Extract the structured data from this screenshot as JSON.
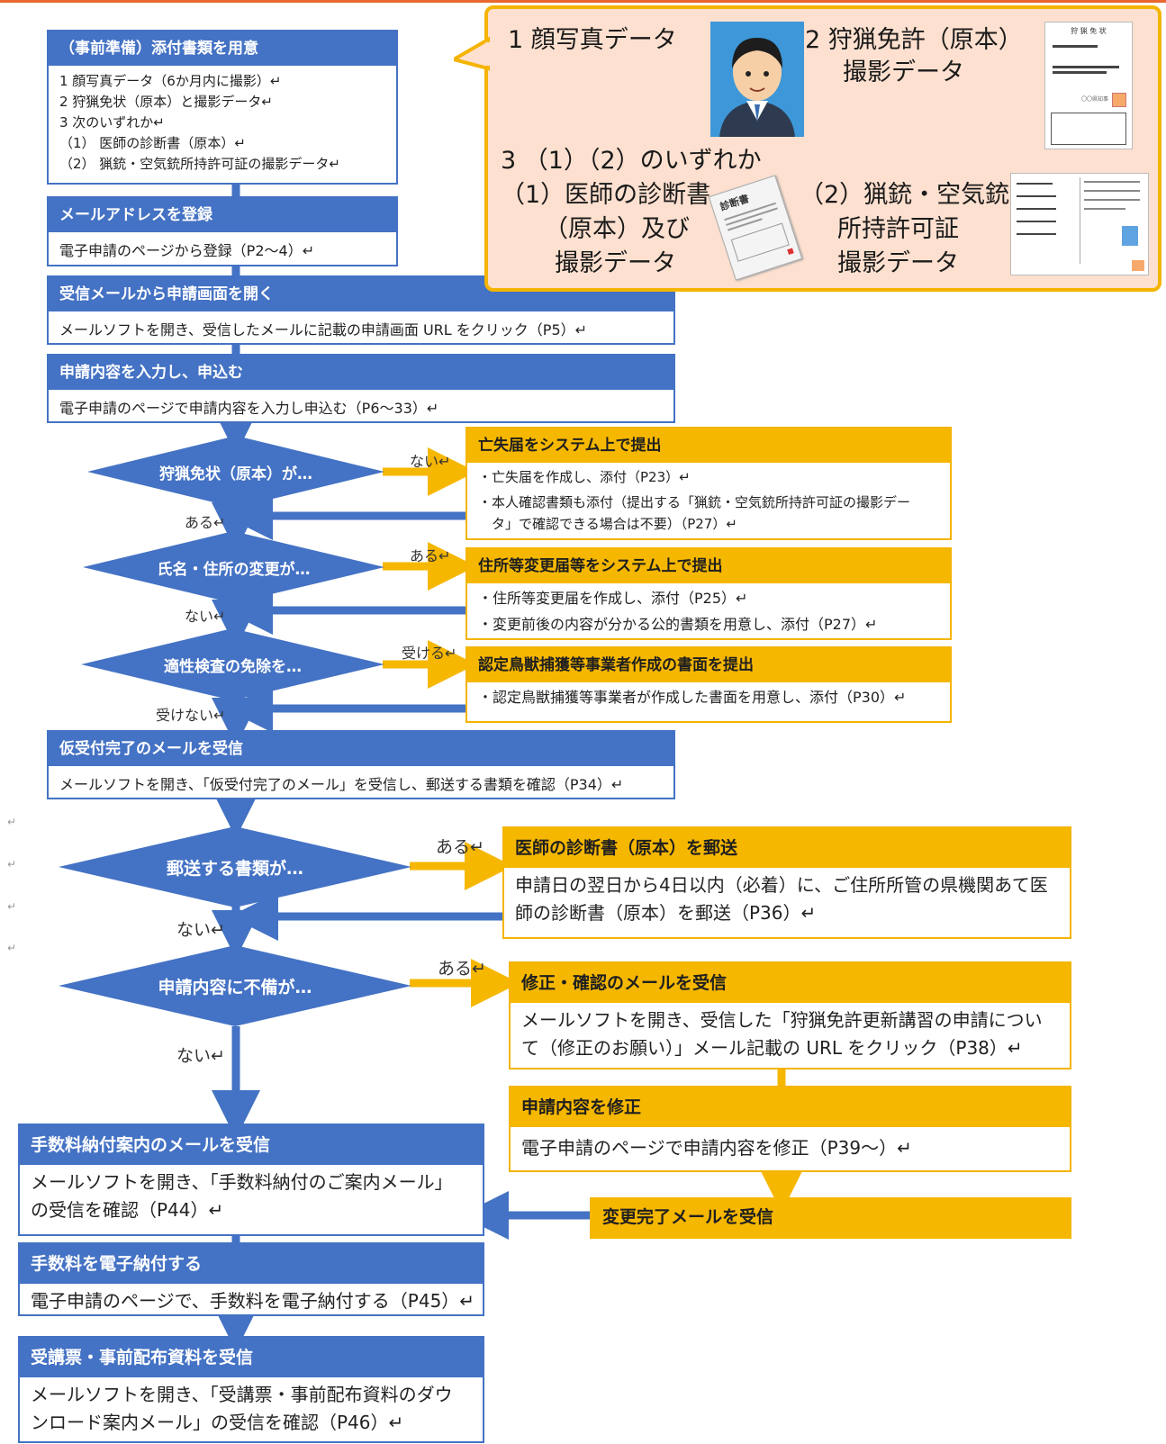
{
  "prep": {
    "title": "（事前準備）添付書類を用意",
    "lines": [
      "1 顔写真データ（6か月内に撮影）↵",
      "2 狩猟免状（原本）と撮影データ↵",
      "3 次のいずれか↵",
      "（1） 医師の診断書（原本）↵",
      "（2） 猟銃・空気銃所持許可証の撮影データ↵"
    ]
  },
  "register": {
    "title": "メールアドレスを登録",
    "body": "電子申請のページから登録（P2～4）↵"
  },
  "open_form": {
    "title": "受信メールから申請画面を開く",
    "body": "メールソフトを開き、受信したメールに記載の申請画面 URL をクリック（P5）↵"
  },
  "apply": {
    "title": "申請内容を入力し、申込む",
    "body": "電子申請のページで申請内容を入力し申込む（P6～33）↵"
  },
  "decisions": {
    "d1": {
      "text": "狩猟免状（原本）が…",
      "yes": "ない↵",
      "no": "ある↵"
    },
    "d2": {
      "text": "氏名・住所の変更が…",
      "yes": "ある↵",
      "no": "ない↵"
    },
    "d3": {
      "text": "適性検査の免除を…",
      "yes": "受ける↵",
      "no": "受けない↵"
    },
    "d4": {
      "text": "郵送する書類が…",
      "yes": "ある↵",
      "no": "ない↵"
    },
    "d5": {
      "text": "申請内容に不備が…",
      "yes": "ある↵",
      "no": "ない↵"
    }
  },
  "lost": {
    "title": "亡失届をシステム上で提出",
    "lines": [
      "・亡失届を作成し、添付（P23）↵",
      "・本人確認書類も添付（提出する「猟銃・空気銃所持許可証の撮影デー",
      "　タ」で確認できる場合は不要）（P27）↵"
    ]
  },
  "address": {
    "title": "住所等変更届等をシステム上で提出",
    "lines": [
      "・住所等変更届を作成し、添付（P25）↵",
      "・変更前後の内容が分かる公的書類を用意し、添付（P27）↵"
    ]
  },
  "cert": {
    "title": "認定鳥獣捕獲等事業者作成の書面を提出",
    "lines": [
      "・認定鳥獣捕獲等事業者が作成した書面を用意し、添付（P30）↵"
    ]
  },
  "provisional": {
    "title": "仮受付完了のメールを受信",
    "body": "メールソフトを開き、「仮受付完了のメール」を受信し、郵送する書類を確認（P34）↵"
  },
  "mail_doc": {
    "title": "医師の診断書（原本）を郵送",
    "lines": [
      "申請日の翌日から4日以内（必着）に、ご住所所管の県機関あて医",
      "師の診断書（原本）を郵送（P36）↵"
    ]
  },
  "fix_mail": {
    "title": "修正・確認のメールを受信",
    "lines": [
      "メールソフトを開き、受信した「狩猟免許更新講習の申請につい",
      "て（修正のお願い）」メール記載の URL をクリック（P38）↵"
    ]
  },
  "fix": {
    "title": "申請内容を修正",
    "body": "電子申請のページで申請内容を修正（P39～）↵"
  },
  "changed": {
    "title": "変更完了メールを受信"
  },
  "fee_mail": {
    "title": "手数料納付案内のメールを受信",
    "lines": [
      "メールソフトを開き、「手数料納付のご案内メール」",
      "の受信を確認（P44）↵"
    ]
  },
  "fee_pay": {
    "title": "手数料を電子納付する",
    "body": "電子申請のページで、手数料を電子納付する（P45）↵"
  },
  "ticket": {
    "title": "受講票・事前配布資料を受信",
    "lines": [
      "メールソフトを開き、「受講票・事前配布資料のダウ",
      "ンロード案内メール」の受信を確認（P46）↵"
    ]
  },
  "callout": {
    "item1": "1  顔写真データ",
    "item2a": "2  狩猟免許（原本）",
    "item2b": "撮影データ",
    "item3": "3 （1）（2）のいずれか",
    "item3a1": "（1）医師の診断書",
    "item3a2": "（原本）及び",
    "item3a3": "撮影データ",
    "item3b1": "（2）猟銃・空気銃",
    "item3b2": "所持許可証",
    "item3b3": "撮影データ",
    "license_title": "狩 猟 免 状",
    "diagnosis_stamp": "診断書",
    "license_box_tag": "〇〇県知事"
  },
  "colors": {
    "blue": "#4472c4",
    "gold": "#f6b700",
    "callout_bg": "#fde0cf"
  }
}
